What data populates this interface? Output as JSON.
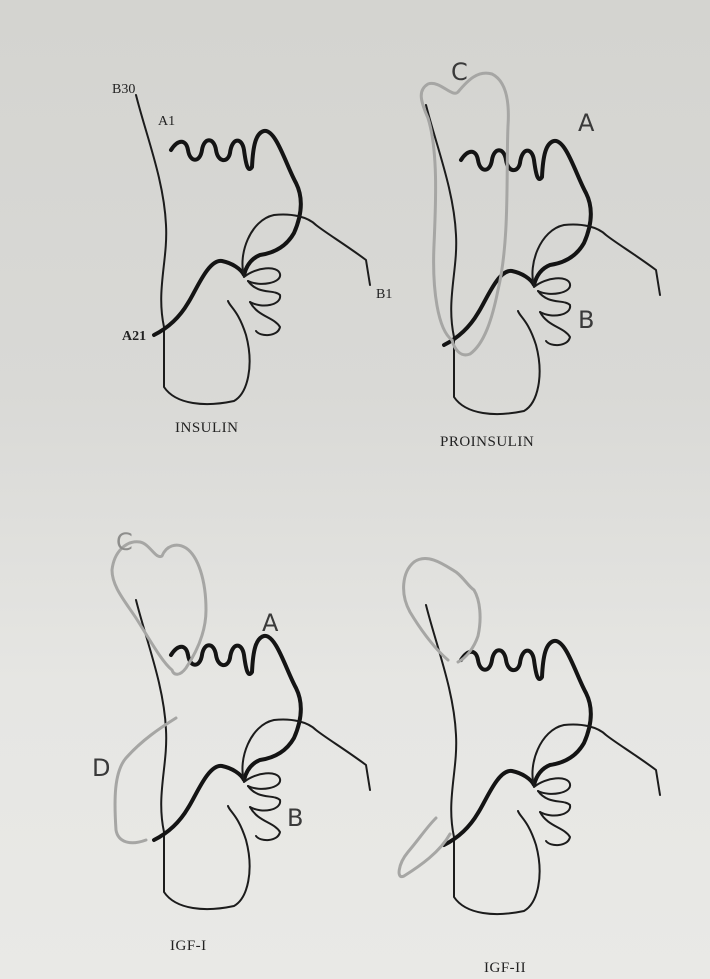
{
  "panels": [
    {
      "id": "insulin",
      "caption": "INSULIN",
      "labels": {
        "b30": "B30",
        "a1": "A1",
        "b1": "B1",
        "a21": "A21"
      }
    },
    {
      "id": "proinsulin",
      "caption": "PROINSULIN",
      "labels": {
        "c": "C",
        "a": "A",
        "b": "B"
      }
    },
    {
      "id": "igf1",
      "caption": "IGF-I",
      "labels": {
        "c": "C",
        "a": "A",
        "b": "B",
        "d": "D"
      }
    },
    {
      "id": "igf2",
      "caption": "IGF-II",
      "labels": {}
    }
  ]
}
